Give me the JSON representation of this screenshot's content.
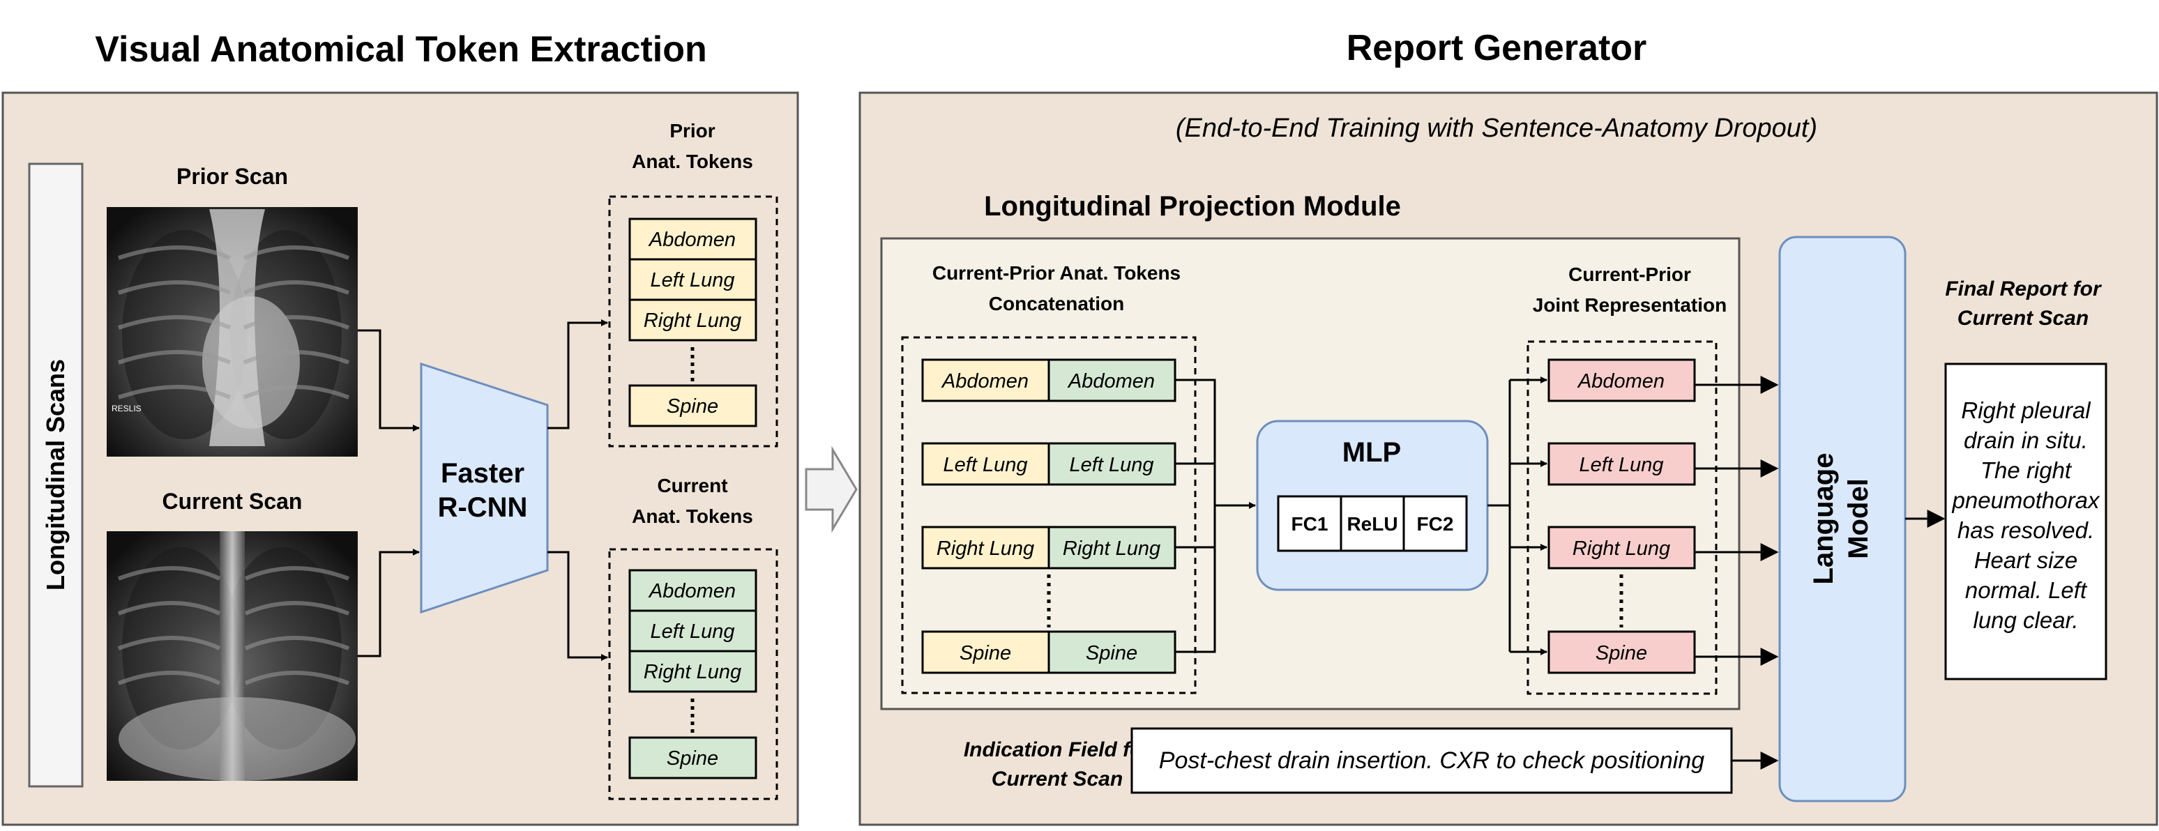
{
  "left_section": {
    "title": "Visual Anatomical Token Extraction",
    "sidebar_label": "Longitudinal Scans",
    "prior_scan_label": "Prior Scan",
    "current_scan_label": "Current Scan",
    "prior_scan_marker": "RESLIS",
    "detector_label_line1": "Faster",
    "detector_label_line2": "R-CNN",
    "prior_tokens_title_line1": "Prior",
    "prior_tokens_title_line2": "Anat. Tokens",
    "current_tokens_title_line1": "Current",
    "current_tokens_title_line2": "Anat. Tokens",
    "tokens": [
      "Abdomen",
      "Left Lung",
      "Right Lung",
      "Spine"
    ]
  },
  "right_section": {
    "title": "Report Generator",
    "subtitle": "(End-to-End Training with Sentence-Anatomy Dropout)",
    "module_title": "Longitudinal Projection Module",
    "concat_title_line1": "Current-Prior Anat. Tokens",
    "concat_title_line2": "Concatenation",
    "joint_title_line1": "Current-Prior",
    "joint_title_line2": "Joint Representation",
    "mlp_label": "MLP",
    "mlp_layers": [
      "FC1",
      "ReLU",
      "FC2"
    ],
    "language_model_line1": "Language",
    "language_model_line2": "Model",
    "indication_label_line1": "Indication Field for",
    "indication_label_line2": "Current Scan",
    "indication_text": "Post-chest drain insertion. CXR to check positioning",
    "report_title_line1": "Final Report for",
    "report_title_line2": "Current Scan",
    "report_lines": [
      "Right pleural",
      "drain in situ.",
      "The right",
      "pneumothorax",
      "has resolved.",
      "Heart size",
      "normal. Left",
      "lung clear."
    ]
  },
  "colors": {
    "panel_bg": "#eee3d6",
    "module_bg": "#f5f1e6",
    "prior_token": "#fff2cc",
    "current_token": "#d5e8d4",
    "joint_token": "#f8cecc",
    "blue_box": "#dae8fc",
    "blue_stroke": "#6c8ebf"
  }
}
